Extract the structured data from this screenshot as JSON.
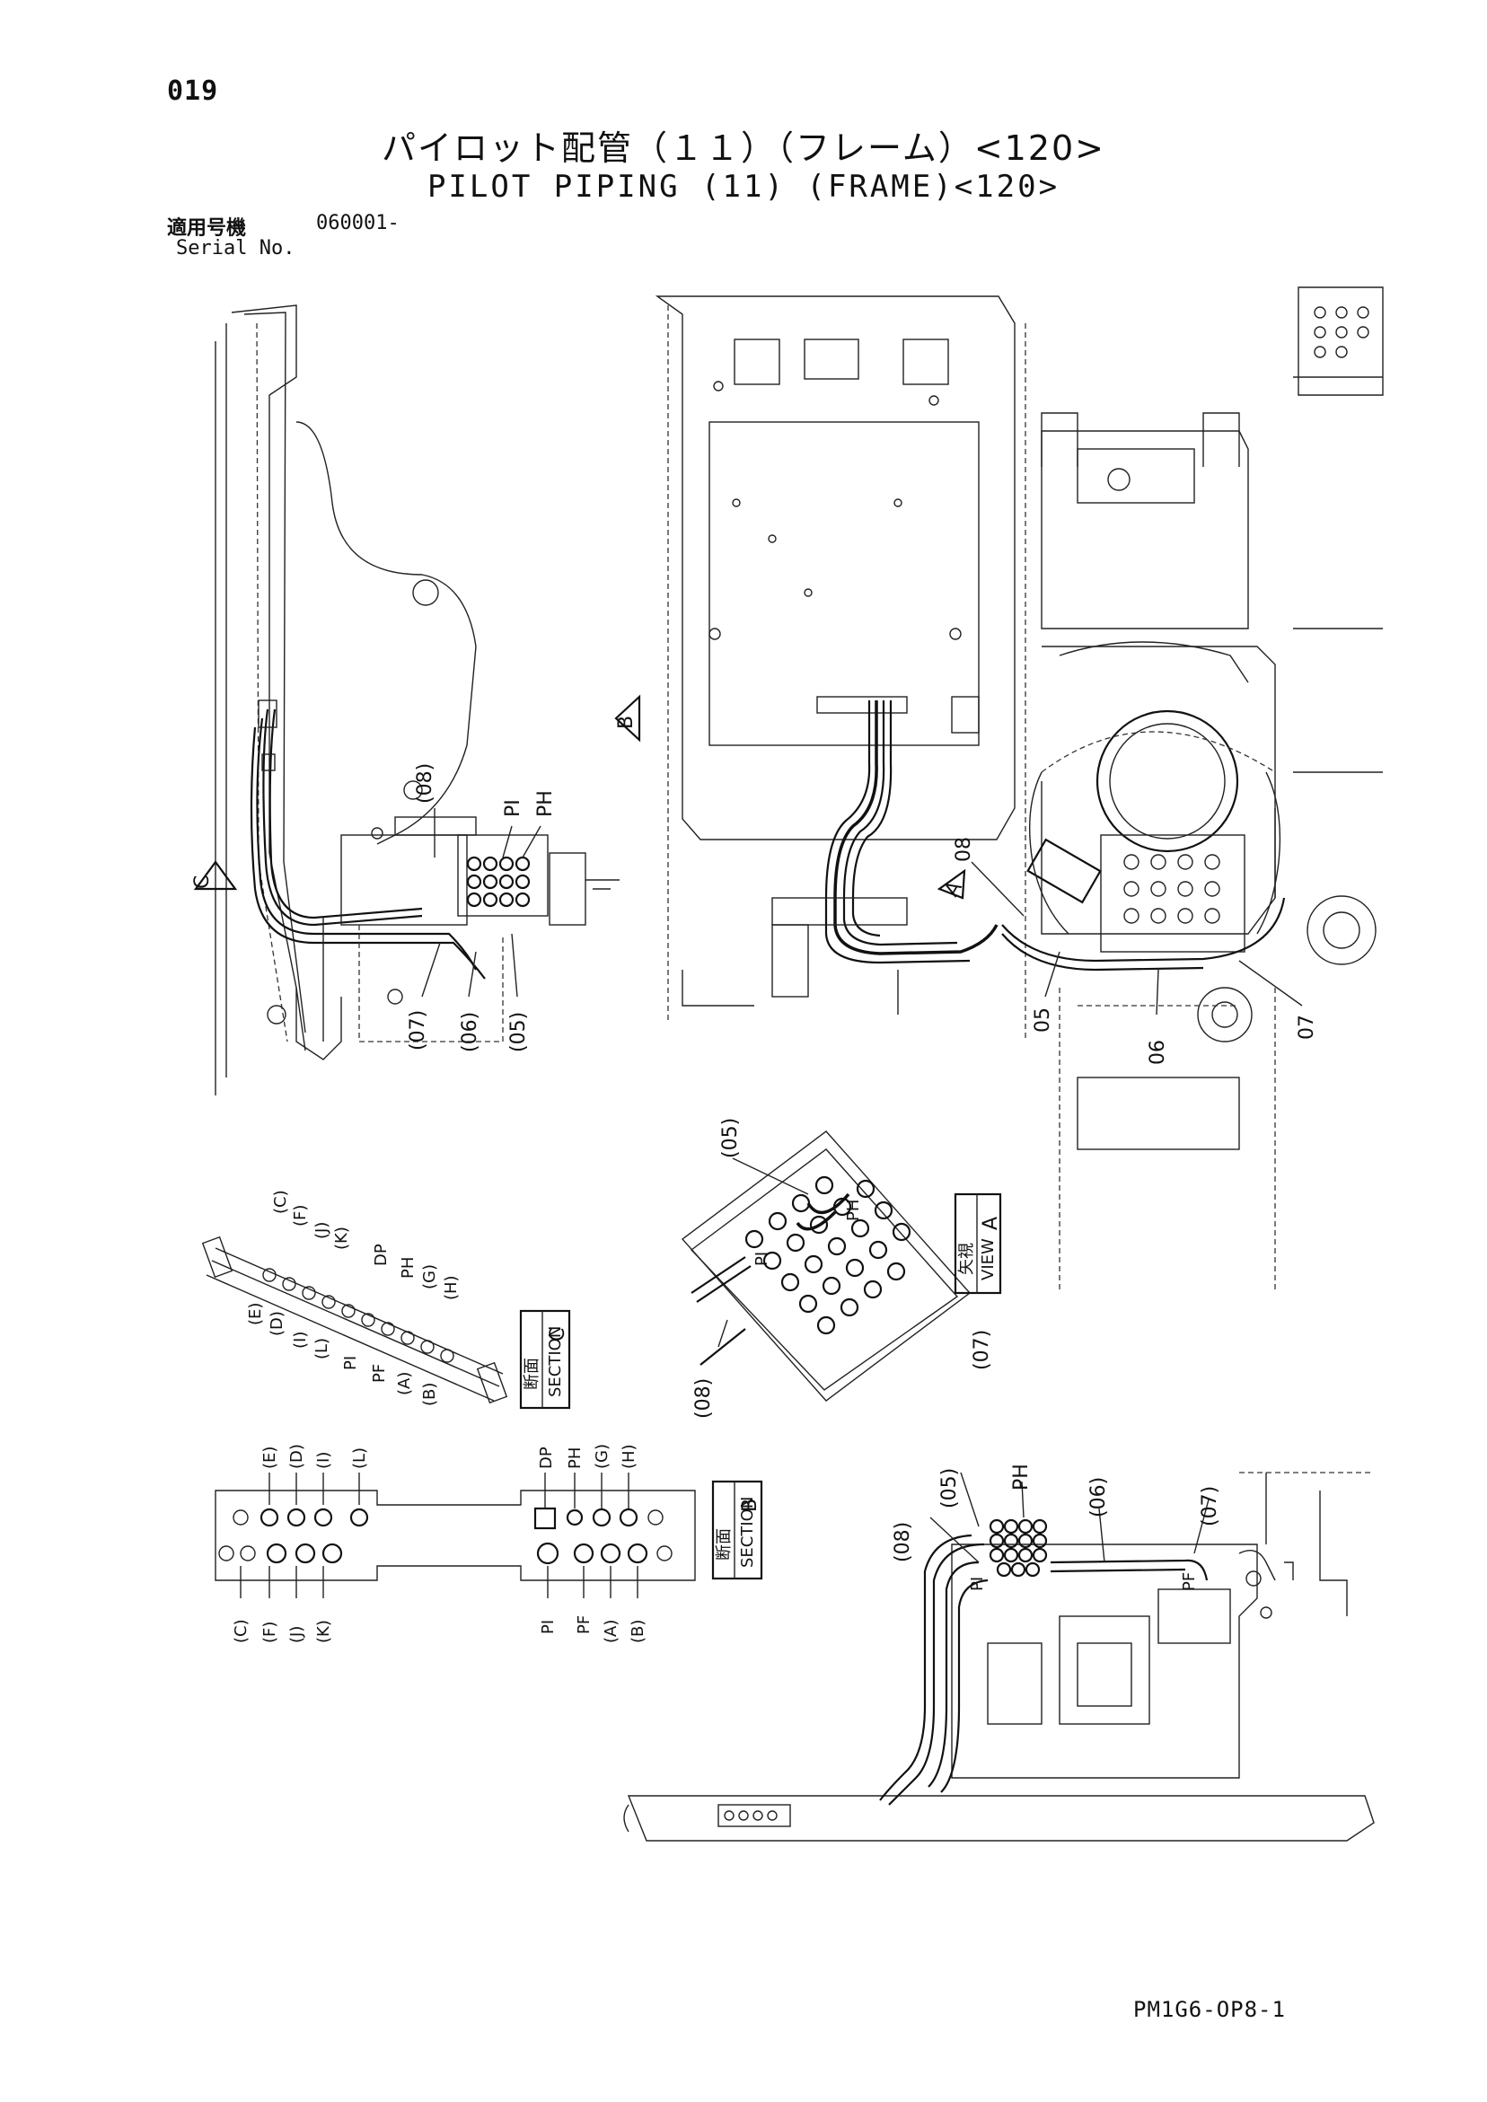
{
  "header": {
    "page_number": "019",
    "title_jp": "パイロット配管（１１）（フレーム）<120>",
    "title_en": "PILOT PIPING (11) (FRAME)<120>",
    "serial_label_jp": "適用号機",
    "serial_number": "060001-",
    "serial_label_en": "Serial No."
  },
  "labels": {
    "top_left": {
      "p08": "(08)",
      "pi": "PI",
      "ph": "PH",
      "p07": "(07)",
      "p06": "(06)",
      "p05": "(05)",
      "view_c": "C"
    },
    "top_right": {
      "p08": "08",
      "p05": "05",
      "p06": "06",
      "p07": "07",
      "view_a": "A",
      "view_b": "B"
    },
    "view_a": {
      "p05": "(05)",
      "p08": "(08)",
      "p07": "(07)",
      "pi": "PI",
      "ph": "PH",
      "tag_jp": "矢視",
      "tag_en": "VIEW",
      "tag_letter": "A"
    },
    "section_c": {
      "ports": [
        "(C)",
        "(F)",
        "(J)",
        "(K)",
        "DP",
        "PH",
        "(G)",
        "(H)",
        "(E)",
        "(D)",
        "(I)",
        "(L)",
        "PI",
        "PF",
        "(A)",
        "(B)"
      ],
      "tag_jp": "断面",
      "tag_en": "SECTION",
      "tag_letter": "C"
    },
    "section_b": {
      "top_left": [
        "(E)",
        "(D)",
        "(I)",
        "(L)"
      ],
      "bottom_left": [
        "(C)",
        "(F)",
        "(J)",
        "(K)"
      ],
      "top_right": [
        "DP",
        "PH",
        "(G)",
        "(H)"
      ],
      "bottom_right": [
        "PI",
        "PF",
        "(A)",
        "(B)"
      ],
      "tag_jp": "断面",
      "tag_en": "SECTION",
      "tag_letter": "B"
    },
    "bottom_right": {
      "p08": "(08)",
      "p05": "(05)",
      "ph": "PH",
      "p06": "(06)",
      "p07": "(07)",
      "pi": "PI",
      "pf": "PF"
    }
  },
  "footer": {
    "code": "PM1G6-OP8-1"
  }
}
